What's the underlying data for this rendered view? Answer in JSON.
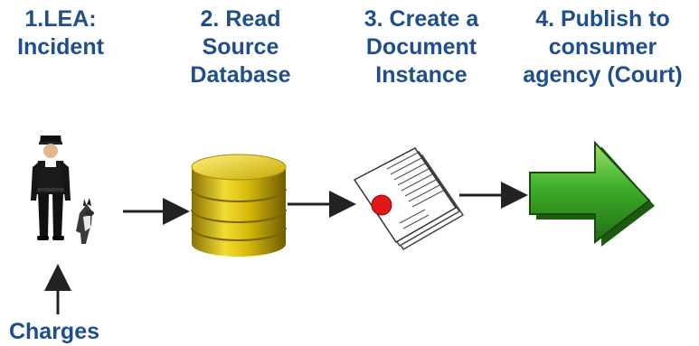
{
  "steps": [
    {
      "id": 1,
      "title": "1.LEA:\nIncident",
      "icon": "police-officer-with-dog-icon"
    },
    {
      "id": 2,
      "title": "2. Read\nSource\nDatabase",
      "icon": "database-icon"
    },
    {
      "id": 3,
      "title": "3. Create a\nDocument\nInstance",
      "icon": "document-with-seal-icon"
    },
    {
      "id": 4,
      "title": "4. Publish to\nconsumer\nagency (Court)",
      "icon": "green-arrow-icon"
    }
  ],
  "input": {
    "label": "Charges"
  },
  "colors": {
    "title_text": "#1f4e8c",
    "arrow": "#222222",
    "database_gold": "#d8b90a",
    "publish_green": "#3fae2a",
    "seal_red": "#e01818"
  }
}
